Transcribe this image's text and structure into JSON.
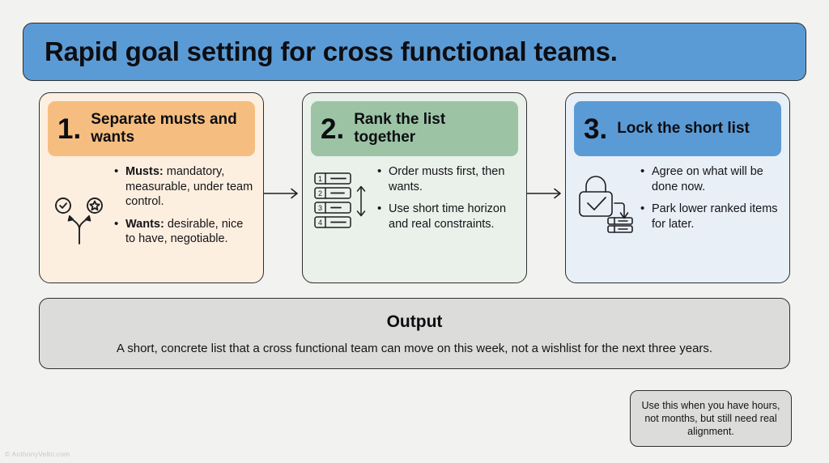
{
  "title": {
    "text": "Rapid goal setting for cross functional teams.",
    "background_color": "#5b9bd5"
  },
  "cards": [
    {
      "number": "1.",
      "title": "Separate musts and wants",
      "header_color": "#f5be80",
      "body_color": "#fdefe0",
      "icon": "fork-path-icon",
      "bullets": [
        {
          "label": "Musts:",
          "text": " mandatory, measurable, under team control."
        },
        {
          "label": "Wants:",
          "text": " desirable, nice to have, negotiable."
        }
      ]
    },
    {
      "number": "2.",
      "title": "Rank the list together",
      "header_color": "#9cc4a4",
      "body_color": "#eaf0ea",
      "icon": "ranked-list-icon",
      "icon_numbers": [
        "1",
        "2",
        "3",
        "4"
      ],
      "bullets": [
        {
          "label": "",
          "text": "Order musts first, then wants."
        },
        {
          "label": "",
          "text": "Use short time horizon and real constraints."
        }
      ]
    },
    {
      "number": "3.",
      "title": "Lock the short list",
      "header_color": "#5b9bd5",
      "body_color": "#e8eff7",
      "icon": "lock-check-icon",
      "bullets": [
        {
          "label": "",
          "text": "Agree on what will be done now."
        },
        {
          "label": "",
          "text": "Park lower ranked items for later."
        }
      ]
    }
  ],
  "output": {
    "title": "Output",
    "description": "A short, concrete list that a cross functional team can move on this week, not a wishlist for the next three years."
  },
  "note": {
    "text": "Use this when you have hours, not months, but still need real alignment."
  },
  "watermark": {
    "text": "© AnthonyVeltri.com"
  }
}
